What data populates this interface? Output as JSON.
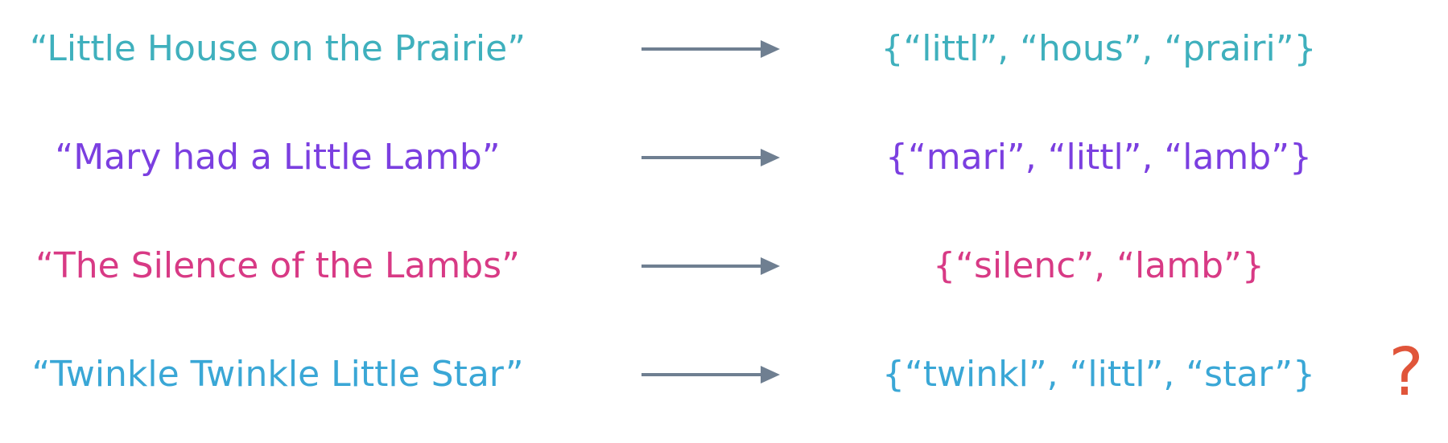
{
  "rows": [
    {
      "phrase": "“Little House on the Prairie”",
      "tokens": "{“littl”, “hous”, “prairi”}",
      "color": "#3fb0bd"
    },
    {
      "phrase": "“Mary had a Little Lamb”",
      "tokens": "{“mari”, “littl”, “lamb”}",
      "color": "#7b3fe0"
    },
    {
      "phrase": "“The Silence of the Lambs”",
      "tokens": "{“silenc”, “lamb”}",
      "color": "#d83a85"
    },
    {
      "phrase": "“Twinkle Twinkle Little Star”",
      "tokens": "{“twinkl”, “littl”, “star”}",
      "color": "#3aa7d6"
    }
  ],
  "question_mark": "?",
  "colors": {
    "arrow": "#6f7f91",
    "question": "#e0553a",
    "background": "#ffffff"
  },
  "icons": {
    "arrow": "right-arrow-icon",
    "question": "question-mark-icon"
  }
}
